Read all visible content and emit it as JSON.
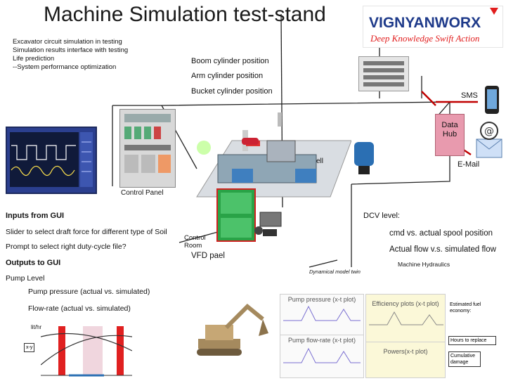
{
  "header": {
    "title": "Machine Simulation test-stand",
    "logo": {
      "name": "VIGNYANWORX",
      "tagline": "Deep Knowledge Swift Action",
      "brand_color": "#1e3a8a",
      "accent_color": "#e11d1d"
    }
  },
  "intro_lines": [
    "Excavator circuit simulation in testing",
    "Simulation results interface with testing",
    "Life prediction",
    "--System performance optimization"
  ],
  "positions": {
    "boom": "Boom cylinder position",
    "arm": "Arm cylinder position",
    "bucket": "Bucket cylinder position"
  },
  "labels": {
    "sms": "SMS",
    "data_hub": "Data Hub",
    "email": "E-Mail",
    "cell_partial": "ell",
    "control_panel": "Control Panel",
    "dcv_level": "DCV level:",
    "control_room": "Control Room",
    "vfd_panel": "VFD pael",
    "dynamical_model": "Dynamical model twin",
    "machine_hydraulics": "Machine Hydraulics"
  },
  "gui": {
    "inputs_title": "Inputs from GUI",
    "slider": "Slider to select draft force for different type of Soil",
    "prompt": "Prompt to select right duty-cycle file?",
    "outputs_title": "Outputs to GUI",
    "pump_level": "Pump Level",
    "pump_pressure": "Pump pressure (actual vs. simulated)",
    "flow_rate": "Flow-rate (actual vs. simulated)",
    "unit": "lit/hr",
    "xy_label": "x-y"
  },
  "dcv": {
    "spool": "cmd vs. actual spool position",
    "flow": "Actual flow v.s. simulated flow"
  },
  "plots": {
    "pump_pressure": "Pump pressure (x-t plot)",
    "efficiency": "Efficiency plots (x-t plot)",
    "pump_flow": "Pump flow-rate (x-t plot)",
    "powers": "Powers(x-t plot)"
  },
  "notes": {
    "fuel": "Estimated fuel economy:",
    "hours": "Hours to replace",
    "damage": "Cumulative damage"
  },
  "icons": {
    "sms": "smartphone-icon",
    "email": "email-icon",
    "hub": "data-hub-icon",
    "control_room": "operator-workstation-icon",
    "excavator": "excavator-icon"
  }
}
